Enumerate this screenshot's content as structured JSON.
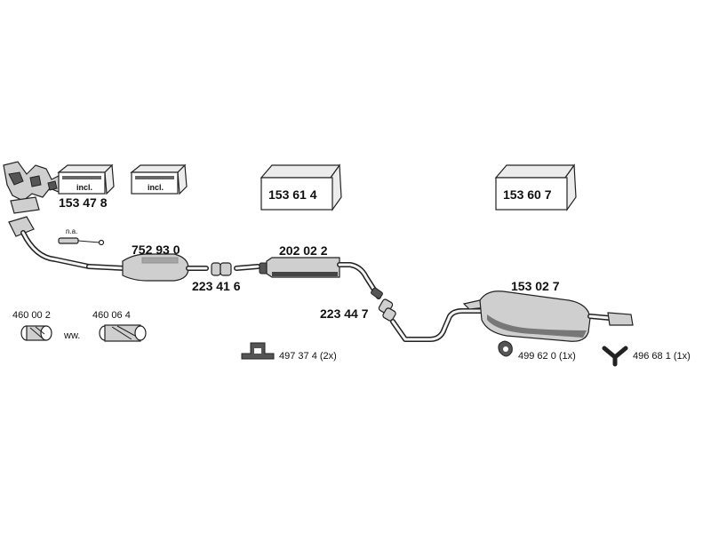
{
  "parts": {
    "box_1": {
      "number": "153 47 8",
      "note": "incl."
    },
    "box_2": {
      "note": "incl."
    },
    "box_3": {
      "number": "153 61 4"
    },
    "box_4": {
      "number": "153 60 7"
    },
    "sensor_note": "n.a.",
    "catalytic_converter": "752 93 0",
    "clamp_front": "223 41 6",
    "front_silencer": "202 02 2",
    "clamp_rear": "223 44 7",
    "rear_silencer": "153 02 7",
    "gasket_a": "460 00 2",
    "alternative_word": "ww.",
    "gasket_b": "460 06 4",
    "bracket": "497 37 4 (2x)",
    "rubber_ring": "499 62 0 (1x)",
    "hanger": "496 68 1 (1x)"
  }
}
